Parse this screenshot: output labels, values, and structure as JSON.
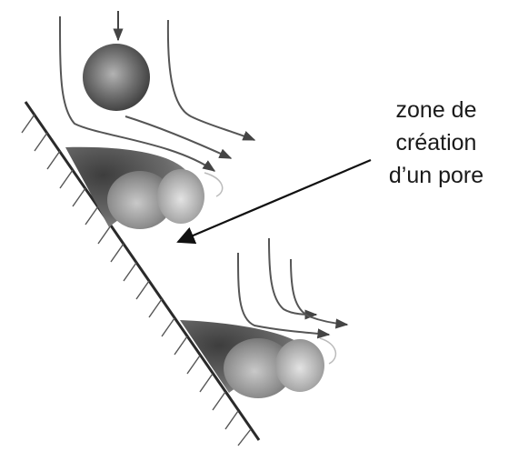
{
  "annotation": {
    "lines": [
      "zone de",
      "création",
      "d’un pore"
    ]
  }
}
